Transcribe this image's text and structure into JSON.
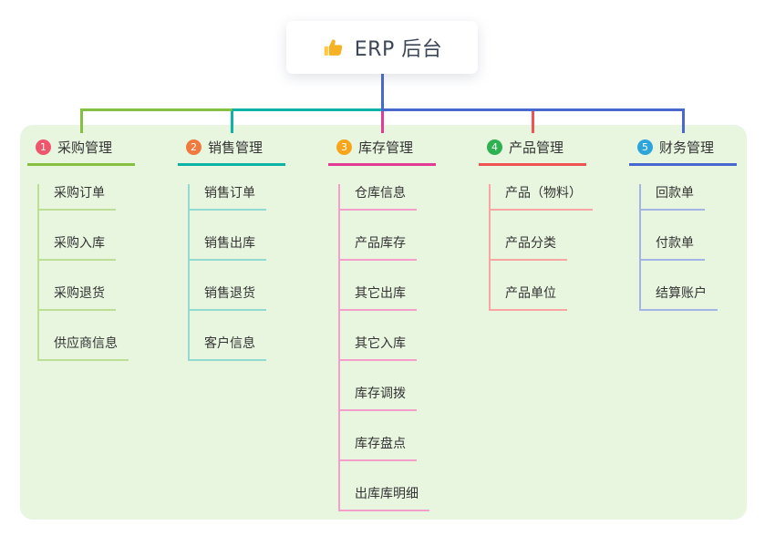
{
  "root": {
    "title": "ERP 后台",
    "icon": "thumbs-up-icon"
  },
  "panel": {
    "background": "#e8f6e0"
  },
  "connector": {
    "root_color": "#4868cf",
    "segment_colors": [
      "#85c043",
      "#0db3a6",
      "#4868cf"
    ]
  },
  "branches": [
    {
      "number": "1",
      "title": "采购管理",
      "badge_color": "#f0566b",
      "line_color": "#85c043",
      "child_line_color": "#bcdf95",
      "children": [
        "采购订单",
        "采购入库",
        "采购退货",
        "供应商信息"
      ]
    },
    {
      "number": "2",
      "title": "销售管理",
      "badge_color": "#f0793d",
      "line_color": "#0db3a6",
      "child_line_color": "#93dad2",
      "children": [
        "销售订单",
        "销售出库",
        "销售退货",
        "客户信息"
      ]
    },
    {
      "number": "3",
      "title": "库存管理",
      "badge_color": "#f7a51b",
      "line_color": "#e23a95",
      "child_line_color": "#f49fcb",
      "children": [
        "仓库信息",
        "产品库存",
        "其它出库",
        "其它入库",
        "库存调拨",
        "库存盘点",
        "出库库明细"
      ]
    },
    {
      "number": "4",
      "title": "产品管理",
      "badge_color": "#2eb151",
      "line_color": "#f15354",
      "child_line_color": "#f9a5a3",
      "children": [
        "产品（物料）",
        "产品分类",
        "产品单位"
      ]
    },
    {
      "number": "5",
      "title": "财务管理",
      "badge_color": "#2ea4dd",
      "line_color": "#4868cf",
      "child_line_color": "#a3b5e6",
      "children": [
        "回款单",
        "付款单",
        "结算账户"
      ]
    }
  ]
}
